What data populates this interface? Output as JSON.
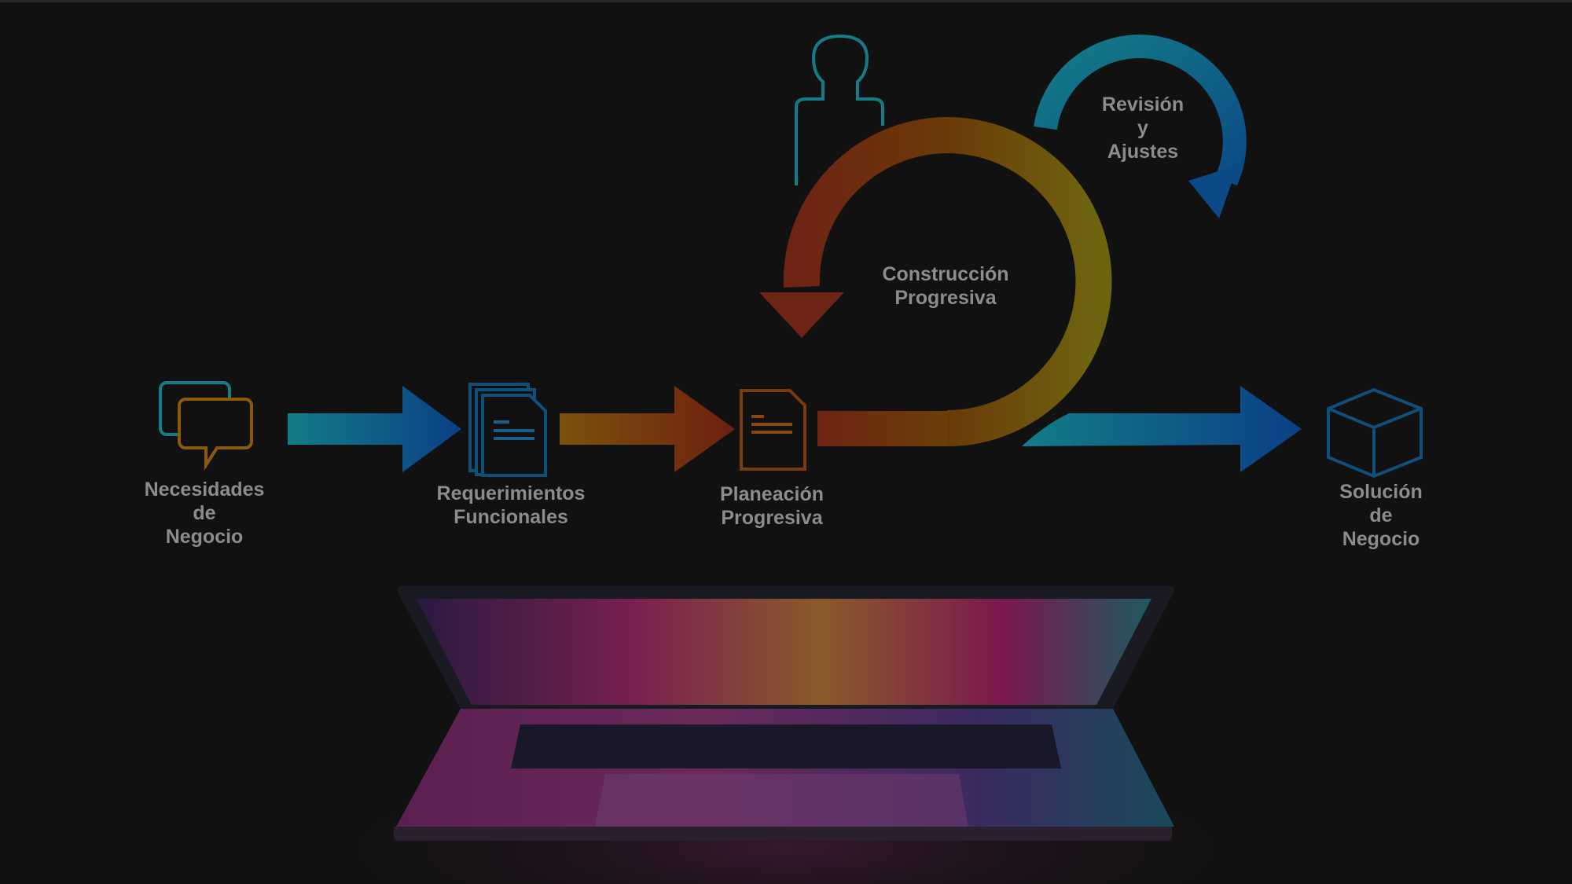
{
  "diagram": {
    "steps": [
      {
        "lines": [
          "Necesidades",
          "de",
          "Negocio"
        ],
        "icon": "chat-bubbles-icon"
      },
      {
        "lines": [
          "Requerimientos",
          "Funcionales"
        ],
        "icon": "documents-icon"
      },
      {
        "lines": [
          "Planeación",
          "Progresiva"
        ],
        "icon": "document-icon"
      },
      {
        "lines": [
          "Solución",
          "de",
          "Negocio"
        ],
        "icon": "cube-icon"
      }
    ],
    "loop_label": [
      "Construcción",
      "Progresiva"
    ],
    "review_label": [
      "Revisión",
      "y",
      "Ajustes"
    ],
    "colors": {
      "teal": "#1a9aa8",
      "blue": "#0a3f86",
      "orange": "#8a5a0c",
      "red": "#7a2414",
      "text": "#8c8c8c"
    }
  }
}
